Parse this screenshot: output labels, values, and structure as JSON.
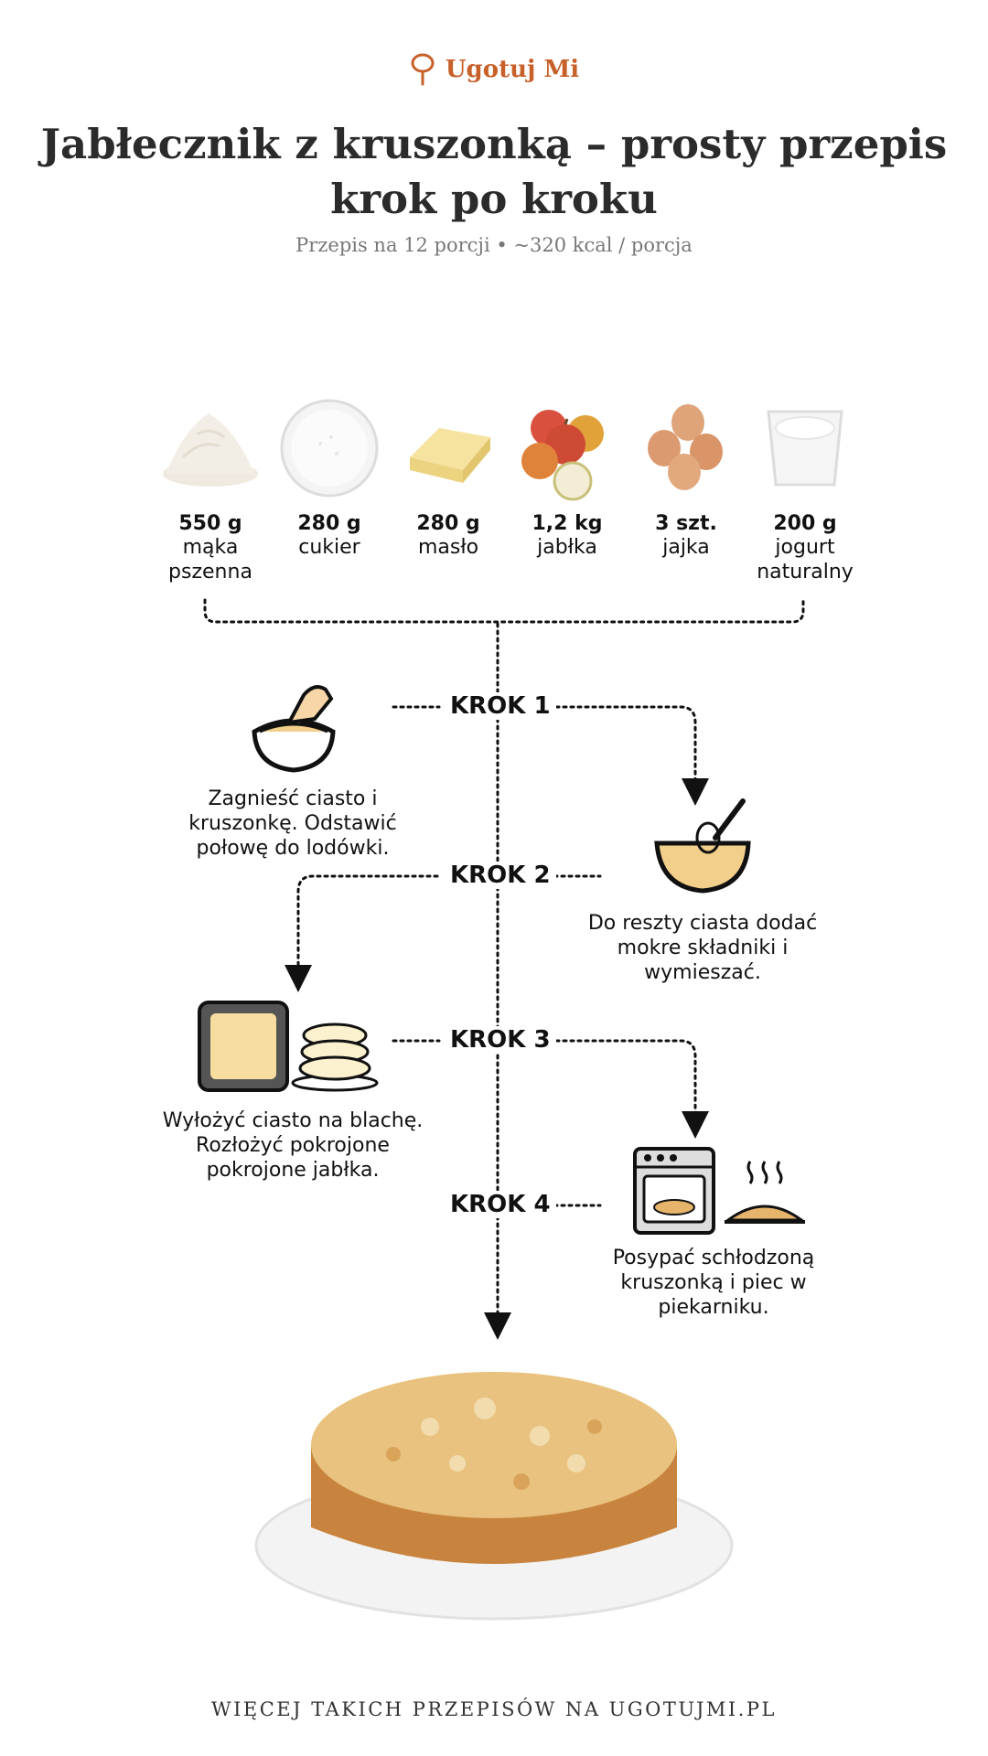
{
  "brand": {
    "name": "Ugotuj Mi",
    "color": "#c8602a",
    "icon": "spoon-icon"
  },
  "title": "Jabłecznik z kruszonką – prosty przepis krok po kroku",
  "subtitle": "Przepis na 12 porcji • ~320 kcal / porcja",
  "ingredients": [
    {
      "amount": "550 g",
      "name": "mąka pszenna",
      "icon": "flour-icon"
    },
    {
      "amount": "280 g",
      "name": "cukier",
      "icon": "sugar-bowl-icon"
    },
    {
      "amount": "280 g",
      "name": "masło",
      "icon": "butter-icon"
    },
    {
      "amount": "1,2 kg",
      "name": "jabłka",
      "icon": "apples-icon"
    },
    {
      "amount": "3 szt.",
      "name": "jajka",
      "icon": "eggs-icon"
    },
    {
      "amount": "200 g",
      "name": "jogurt naturalny",
      "icon": "yogurt-icon"
    }
  ],
  "steps": [
    {
      "label": "KROK 1",
      "text": "Zagnieść ciasto i kruszonkę. Odstawić połowę do lodówki.",
      "icon": "kneading-bowl-icon"
    },
    {
      "label": "KROK 2",
      "text": "Do reszty ciasta dodać mokre składniki i wymieszać.",
      "icon": "whisk-bowl-icon"
    },
    {
      "label": "KROK 3",
      "text": "Wyłożyć ciasto na blachę. Rozłożyć pokrojone pokrojone jabłka.",
      "icon": "baking-tray-apple-slices-icon"
    },
    {
      "label": "KROK 4",
      "text": "Posypać schłodzoną kruszonką i piec w piekarniku.",
      "icon": "oven-pie-icon"
    }
  ],
  "final_image": "apple-crumble-cake-icon",
  "footer": "WIĘCEJ TAKICH PRZEPISÓW NA UGOTUJMI.PL"
}
